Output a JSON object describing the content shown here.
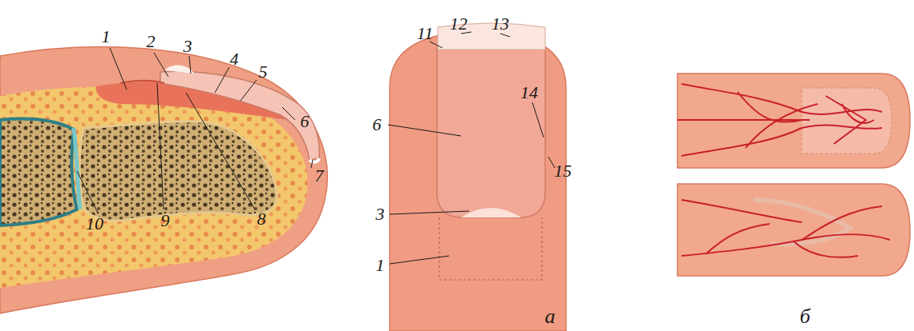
{
  "diagram": {
    "labels": [
      "1",
      "2",
      "3",
      "4",
      "5",
      "6",
      "7",
      "8",
      "9",
      "10",
      "11",
      "12",
      "13",
      "14",
      "15",
      "6",
      "3",
      "1",
      "а",
      "б"
    ]
  }
}
